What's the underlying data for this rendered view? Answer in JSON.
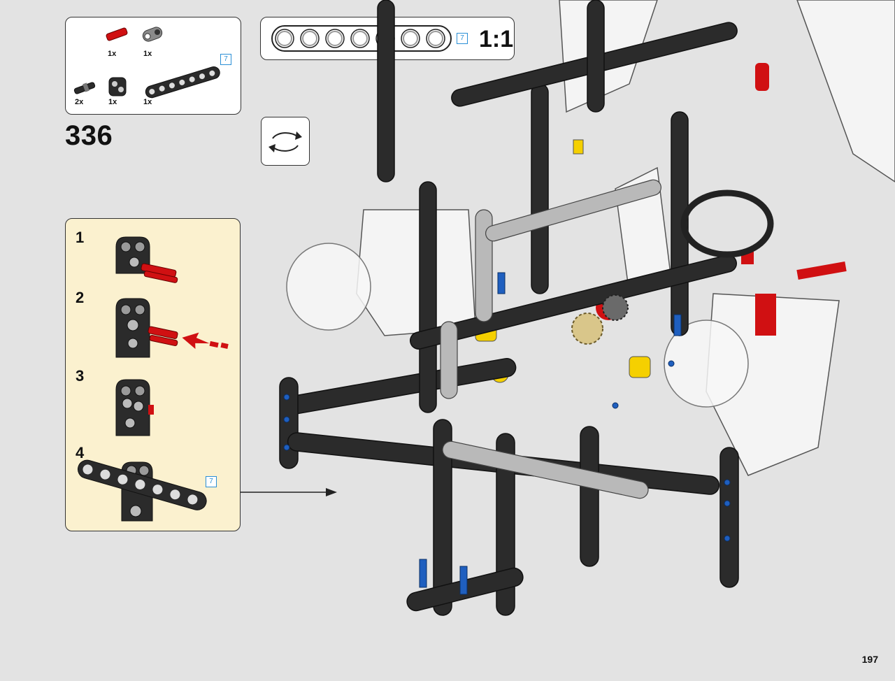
{
  "parts_list": {
    "items": [
      {
        "qty": "1x",
        "icon": "red-axle-pin-icon"
      },
      {
        "qty": "1x",
        "icon": "axle-pin-connector-icon"
      },
      {
        "qty": "2x",
        "icon": "black-pin-icon"
      },
      {
        "qty": "1x",
        "icon": "double-pin-connector-icon"
      },
      {
        "qty": "1x",
        "icon": "beam-7-icon"
      }
    ],
    "beam_length_label": "7"
  },
  "step": {
    "number": "336"
  },
  "scale": {
    "beam_length_label": "7",
    "ratio": "1:1"
  },
  "rotate": {
    "icon": "rotate-model-icon"
  },
  "sub_steps": [
    {
      "number": "1"
    },
    {
      "number": "2"
    },
    {
      "number": "3"
    },
    {
      "number": "4",
      "beam_length_label": "7"
    }
  ],
  "page": {
    "number": "197"
  },
  "colors": {
    "background": "#e3e3e3",
    "sub_panel": "#fbf1cf",
    "highlight_red": "#d01012",
    "beam_black": "#2b2b2b",
    "callout_blue": "#2a8fd6"
  }
}
